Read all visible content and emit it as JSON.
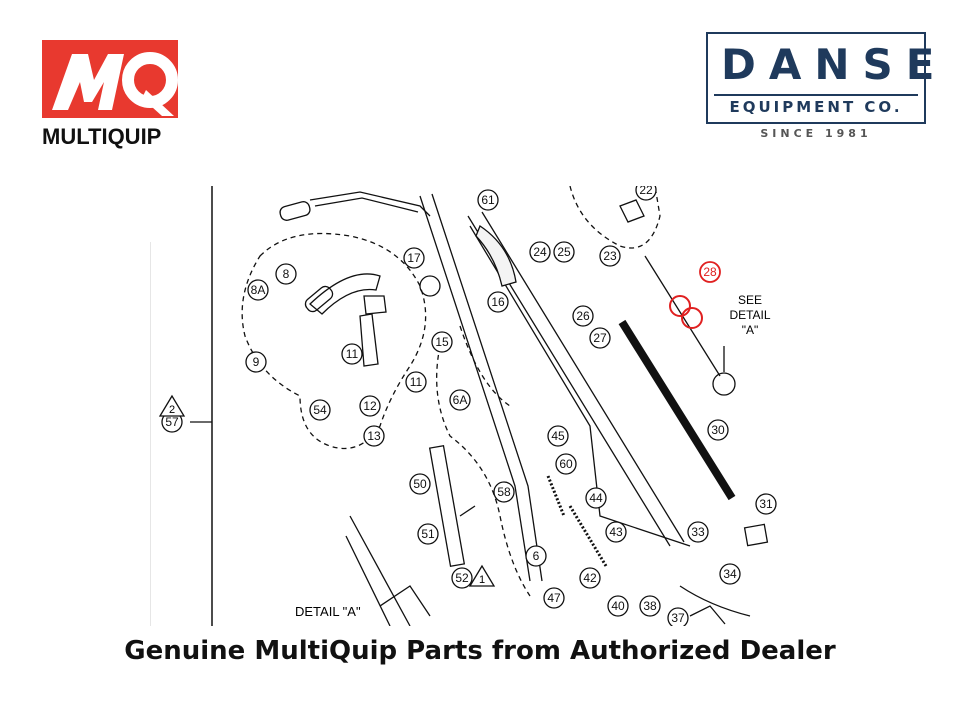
{
  "brand_left": {
    "monogram": "MQ",
    "wordmark": "MULTIQUIP",
    "mark_color": "#e8392f"
  },
  "brand_right": {
    "name": "DANSE",
    "subtitle": "EQUIPMENT CO.",
    "since": "SINCE 1981",
    "color": "#1f3a5c"
  },
  "diagram": {
    "part_numbers": [
      "22",
      "61",
      "24",
      "25",
      "23",
      "28",
      "17",
      "8",
      "8A",
      "16",
      "15",
      "9",
      "11",
      "11",
      "26",
      "27",
      "54",
      "12",
      "13",
      "6A",
      "45",
      "30",
      "60",
      "50",
      "58",
      "44",
      "31",
      "43",
      "33",
      "6",
      "42",
      "34",
      "47",
      "51",
      "52",
      "40",
      "38",
      "37",
      "57"
    ],
    "warning_numbers": [
      "2",
      "1"
    ],
    "see_detail": "SEE DETAIL \"A\"",
    "detail_label": "DETAIL \"A\"",
    "highlight_color": "#e02020"
  },
  "caption": "Genuine MultiQuip Parts from Authorized Dealer"
}
